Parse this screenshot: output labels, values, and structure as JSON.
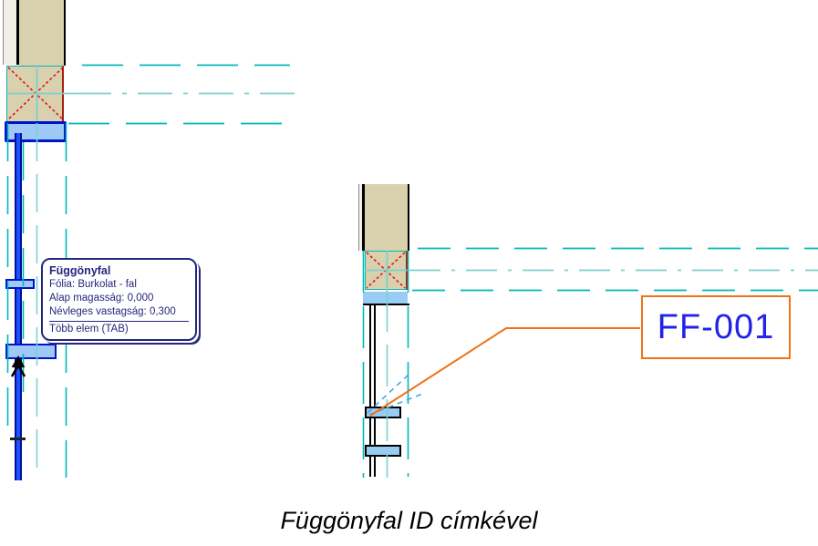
{
  "tooltip": {
    "title": "Függönyfal",
    "lines": [
      "Fólia: Burkolat - fal",
      "Alap magasság: 0,000",
      "Névleges vastagság: 0,300"
    ],
    "footer": "Több elem (TAB)"
  },
  "label": {
    "text": "FF-001"
  },
  "caption": "Függönyfal ID címkével",
  "icons": {
    "cursor_arrow": "selection-arrow-cursor"
  },
  "colors": {
    "accent_orange": "#f07216",
    "label_text_blue": "#2222e8",
    "selection_blue": "#1f52ff",
    "selection_navy": "#000f99",
    "tooltip_navy": "#26267d",
    "projection_teal": "#00b7b7",
    "projection_teal_light": "#7ed0cb",
    "cross_red": "#e31414",
    "section_red": "#a5200f",
    "wall_beige": "#d9d0ae",
    "fill_light_blue": "#99ccf2"
  }
}
